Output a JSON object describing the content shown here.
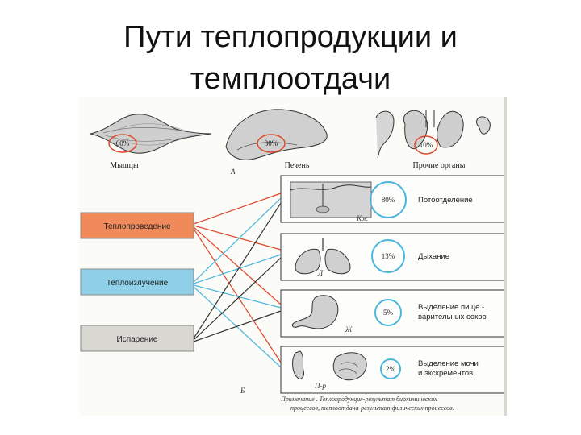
{
  "title": {
    "line1": "Пути теплопродукции и",
    "line2": "темплоотдачи"
  },
  "colors": {
    "conduction_box": "#f08a5a",
    "radiation_box": "#8fd0e8",
    "evaporation_box": "#d9d7d2",
    "red_lines": "#e0462a",
    "blue_lines": "#4bb6dc",
    "dark_lines": "#333333"
  },
  "heat_production": [
    {
      "organ": "Мышцы",
      "percent": "60%",
      "icon": "muscle-icon"
    },
    {
      "organ": "Печень",
      "percent": "30%",
      "icon": "liver-icon"
    },
    {
      "organ": "Прочие органы",
      "percent": "10%",
      "icon": "other-organs-icon"
    }
  ],
  "panel_letters": {
    "a": "А",
    "b": "Б"
  },
  "heat_loss_routes": [
    {
      "label": "Теплопроведение"
    },
    {
      "label": "Теплоизлучение"
    },
    {
      "label": "Испарение"
    }
  ],
  "outputs": [
    {
      "percent": "80%",
      "label_line1": "Потоотделение",
      "label_line2": "",
      "organ_letter": "Кж",
      "icon": "skin-icon"
    },
    {
      "percent": "13%",
      "label_line1": "Дыхание",
      "label_line2": "",
      "organ_letter": "Л",
      "icon": "lungs-icon"
    },
    {
      "percent": "5%",
      "label_line1": "Выделение пище -",
      "label_line2": "варительных соков",
      "organ_letter": "Ж",
      "icon": "stomach-icon"
    },
    {
      "percent": "2%",
      "label_line1": "Выделение мочи",
      "label_line2": "и экскрементов",
      "organ_letter": "П-р",
      "icon": "intestine-icon"
    }
  ],
  "note": {
    "line1": "Примечание . Теплопродукция-результат биохимических",
    "line2": "процессов, теплоотдача-результат физических процессов."
  }
}
